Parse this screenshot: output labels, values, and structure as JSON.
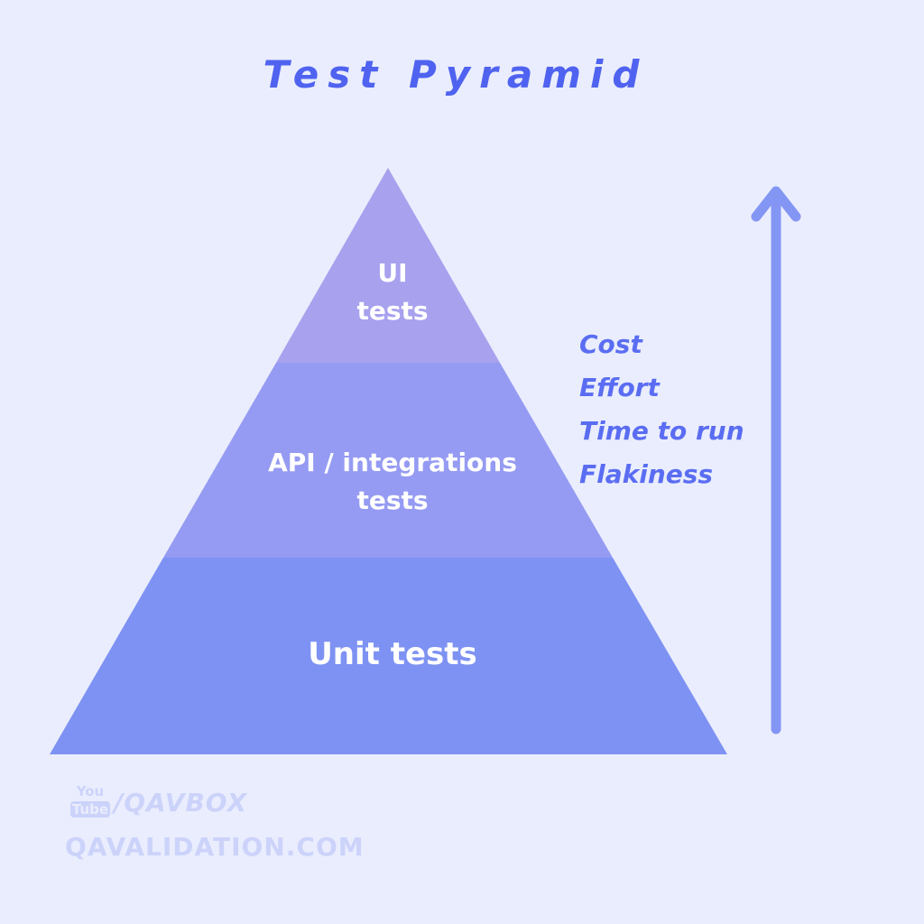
{
  "title": "Test Pyramid",
  "pyramid": {
    "tiers": [
      {
        "lines": [
          "UI",
          "tests"
        ],
        "color": "#a7a1ee"
      },
      {
        "lines": [
          "API / integrations",
          "tests"
        ],
        "color": "#959bf2"
      },
      {
        "lines": [
          "Unit tests"
        ],
        "color": "#7e92f3"
      }
    ]
  },
  "arrow": {
    "labels": [
      "Cost",
      "Effort",
      "Time to run",
      "Flakiness"
    ],
    "color": "#8496f4",
    "label_color": "#5a6df2"
  },
  "watermark": {
    "youtube_top": "You",
    "youtube_bottom": "Tube",
    "handle": "/QAVBOX",
    "site": "QAVALIDATION.COM"
  },
  "colors": {
    "background": "#eaedfd",
    "title": "#4f63f0",
    "watermark": "#ccd3fa"
  }
}
